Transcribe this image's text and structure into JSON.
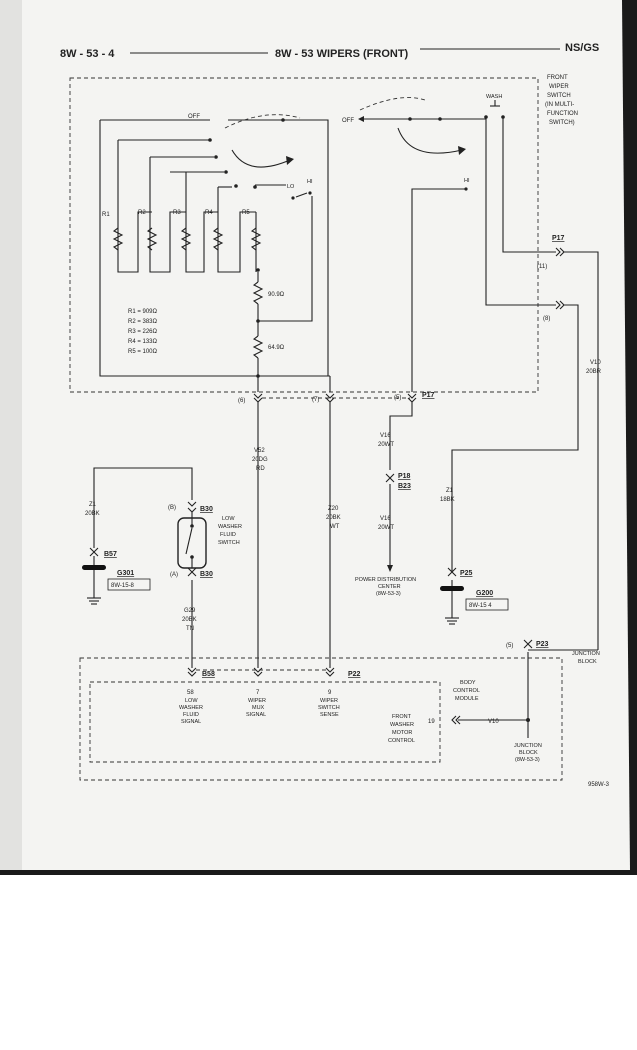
{
  "header": {
    "page_id": "8W - 53 - 4",
    "title": "8W - 53 WIPERS (FRONT)",
    "model": "NS/GS"
  },
  "front_wiper_switch": {
    "label_lines": [
      "FRONT",
      "WIPER",
      "SWITCH",
      "(IN MULTI-",
      "FUNCTION",
      "SWITCH)"
    ],
    "off_left": "OFF",
    "off_right": "OFF",
    "wash": "WASH",
    "hi_left": "HI",
    "lo": "LO",
    "hi_right": "HI",
    "resistors": [
      "R1",
      "R2",
      "R3",
      "R4",
      "R5"
    ],
    "resistor_values": [
      "R1 = 909Ω",
      "R2 = 383Ω",
      "R3 = 226Ω",
      "R4 = 133Ω",
      "R5 = 100Ω"
    ],
    "r_upper": "90.9Ω",
    "r_lower": "64.9Ω"
  },
  "connectors": {
    "p17_top": "P17",
    "pin11": "(11)",
    "pin8": "(8)",
    "pin6": "(6)",
    "pin7": "(7)",
    "pin5_p17": "(5)",
    "p17_bottom": "P17",
    "p18": "P18",
    "b23": "B23",
    "b30_top": "B30",
    "b30_bottom": "B30",
    "pin_b": "(B)",
    "pin_a": "(A)",
    "b57": "B57",
    "p25": "P25",
    "pin5_p23": "(5)",
    "p23": "P23",
    "b58": "B58",
    "p22": "P22"
  },
  "wires": {
    "v10": [
      "V10",
      "20BR"
    ],
    "v52": [
      "V52",
      "20DG",
      "RD"
    ],
    "z20": [
      "Z20",
      "20BK",
      "WT"
    ],
    "v16_upper": [
      "V16",
      "20WT"
    ],
    "v16_lower": [
      "V16",
      "20WT"
    ],
    "z1_left": [
      "Z1",
      "20BK"
    ],
    "z1_right": [
      "Z1",
      "18BK"
    ],
    "g29": [
      "G29",
      "20BK",
      "TN"
    ],
    "v10_inner": "V10"
  },
  "grounds": {
    "g301": "G301",
    "g301_ref": "8W-15-8",
    "g200": "G200",
    "g200_ref": "8W-15 4"
  },
  "components": {
    "low_washer_fluid_switch": [
      "LOW",
      "WASHER",
      "FLUID",
      "SWITCH"
    ],
    "power_distribution_center": [
      "POWER DISTRIBUTION",
      "CENTER",
      "(8W-53-3)"
    ],
    "junction_block_top": [
      "JUNCTION",
      "BLOCK"
    ],
    "junction_block_bottom": [
      "JUNCTION",
      "BLOCK",
      "(8W-53-3)"
    ],
    "body_control_module": [
      "BODY",
      "CONTROL",
      "MODULE"
    ],
    "front_washer_motor_control": [
      "FRONT",
      "WASHER",
      "MOTOR",
      "CONTROL"
    ]
  },
  "bcm_pins": {
    "pin58": [
      "58",
      "LOW",
      "WASHER",
      "FLUID",
      "SIGNAL"
    ],
    "pin7": [
      "7",
      "WIPER",
      "MUX",
      "SIGNAL"
    ],
    "pin9": [
      "9",
      "WIPER",
      "SWITCH",
      "SENSE"
    ],
    "pin19": "19"
  },
  "figure_id": "958W-3"
}
